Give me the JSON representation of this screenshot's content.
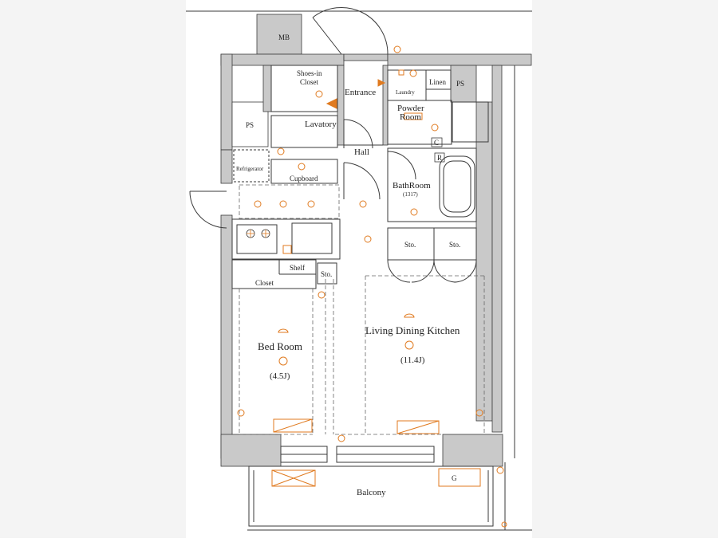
{
  "plan": {
    "colors": {
      "wall": "#c9c9c9",
      "line": "#3a3a3a",
      "fixture": "#e07a1f",
      "outer_bg": "#f4f4f4"
    },
    "rooms": {
      "mb": "MB",
      "shoes_in_closet_1": "Shoes-in",
      "shoes_in_closet_2": "Closet",
      "entrance": "Entrance",
      "laundry": "Laundry",
      "linen": "Linen",
      "ps_right": "PS",
      "ps_left": "PS",
      "powder_room_1": "Powder",
      "powder_room_2": "Room",
      "lavatory": "Lavatory",
      "hall": "Hall",
      "refrigerator": "Refrigerator",
      "cupboard": "Cupboard",
      "bathroom": "BathRoom",
      "bathroom_size": "(1317)",
      "sto_1": "Sto.",
      "sto_2": "Sto.",
      "sto_3": "Sto.",
      "shelf": "Shelf",
      "closet": "Closet",
      "bed_room": "Bed Room",
      "bed_room_size": "(4.5J)",
      "ldk": "Living Dining Kitchen",
      "ldk_size": "(11.4J)",
      "balcony": "Balcony",
      "gas_meter": "G",
      "marker_c": "C",
      "marker_r": "R"
    }
  }
}
